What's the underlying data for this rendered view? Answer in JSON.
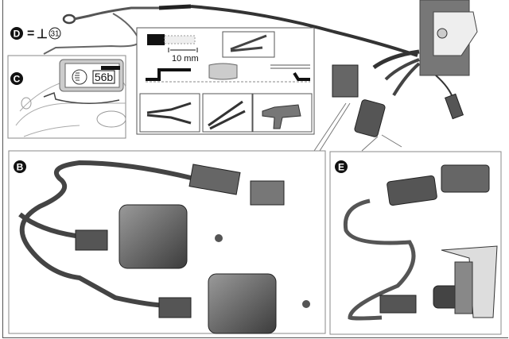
{
  "legend": {
    "ground_letter": "D",
    "equals": "=",
    "ground_symbol": "⊥",
    "ground_terminal": "31"
  },
  "panels": {
    "c": {
      "letter": "C",
      "switch_label": "56b",
      "icon": "headlight-icon"
    },
    "b": {
      "letter": "B"
    },
    "e": {
      "letter": "E"
    }
  },
  "crimp_instructions": {
    "strip_length": "10 mm"
  },
  "colors": {
    "line": "#555555",
    "wire_dark": "#4a4a4a",
    "part_gray": "#6e6e6e",
    "badge": "#111111"
  }
}
